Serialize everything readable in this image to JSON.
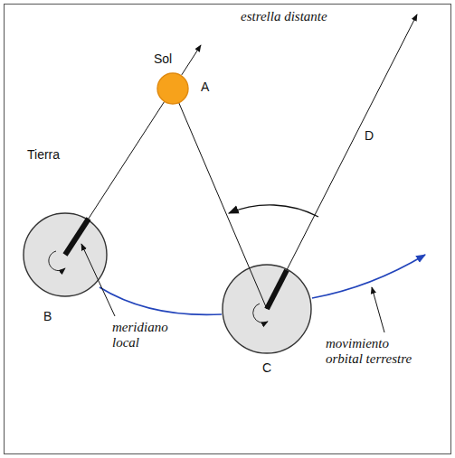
{
  "diagram": {
    "nodes": [
      {
        "text": [
          "Sol",
          "A"
        ]
      },
      {
        "text": [
          "Tierra",
          "B"
        ]
      },
      {
        "text": [
          "C"
        ]
      }
    ],
    "edges": [
      {
        "from": 1,
        "to": 0,
        "arrow": "none"
      },
      {
        "from": 2,
        "to": 0,
        "arrow": "none"
      }
    ],
    "labels": [
      "estrella distante",
      "D",
      "meridiano local",
      "movimiento orbital terrestre"
    ]
  }
}
